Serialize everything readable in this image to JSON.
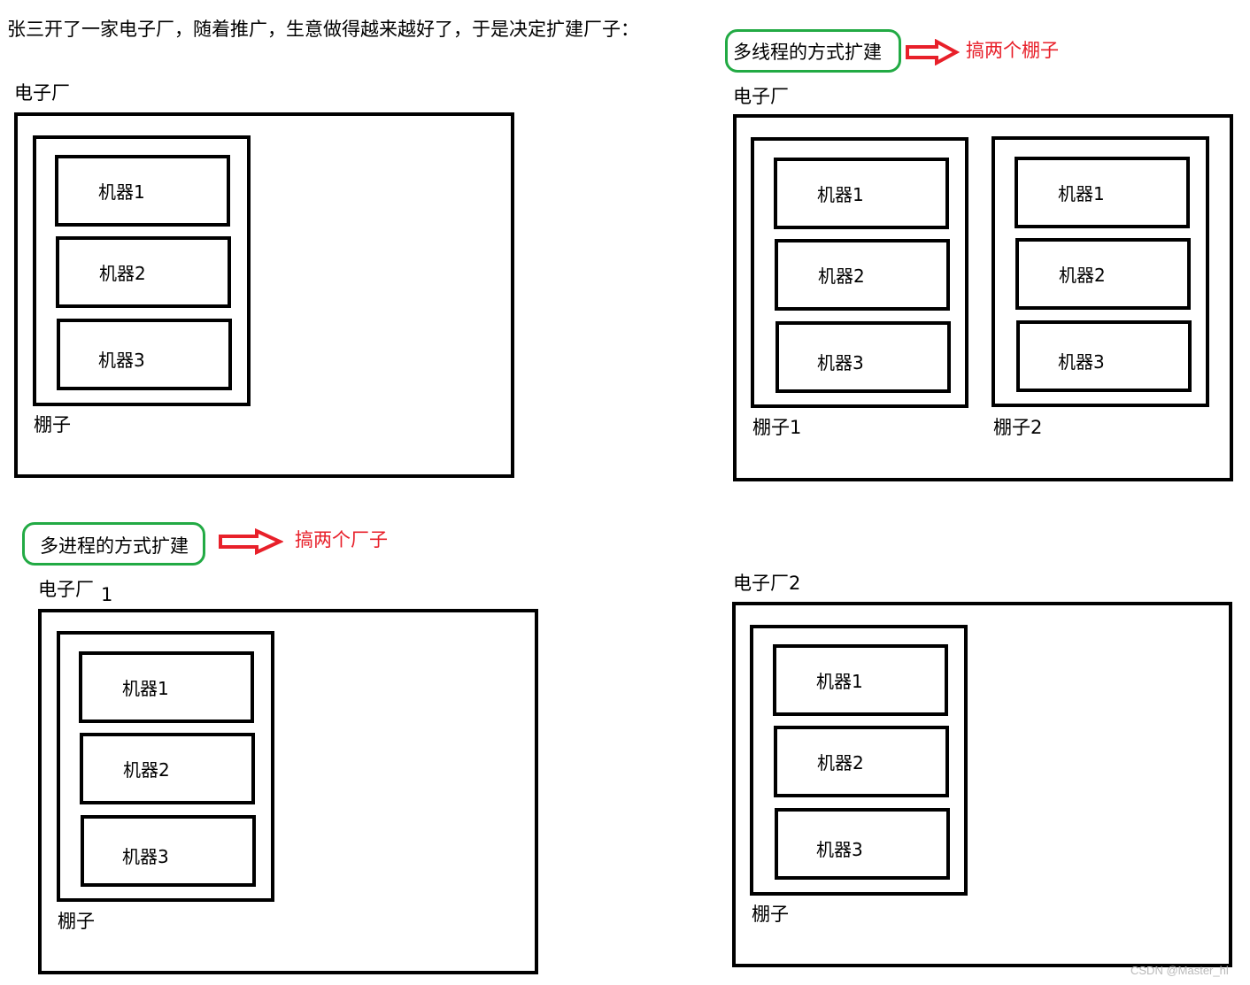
{
  "intro_text": "张三开了一家电子厂，随着推广，生意做得越来越好了，于是决定扩建厂子：",
  "colors": {
    "pill_border": "#22aa44",
    "arrow": "#e8202a",
    "annotation": "#e8202a"
  },
  "panel_original": {
    "factory_label": "电子厂",
    "shed_label": "棚子",
    "machines": [
      "机器1",
      "机器2",
      "机器3"
    ]
  },
  "panel_multithread": {
    "pill_text": "多线程的方式扩建",
    "arrow_icon": "right-arrow-icon",
    "annotation": "搞两个棚子",
    "factory_label": "电子厂",
    "shed1_label": "棚子1",
    "shed2_label": "棚子2",
    "machines": [
      "机器1",
      "机器2",
      "机器3"
    ]
  },
  "panel_multiprocess": {
    "pill_text": "多进程的方式扩建",
    "arrow_icon": "right-arrow-icon",
    "annotation": "搞两个厂子",
    "factory1_label": "电子厂",
    "factory1_suffix": "1",
    "factory2_label": "电子厂2",
    "shed_label": "棚子",
    "machines": [
      "机器1",
      "机器2",
      "机器3"
    ]
  },
  "watermark": "CSDN @Master_hl"
}
